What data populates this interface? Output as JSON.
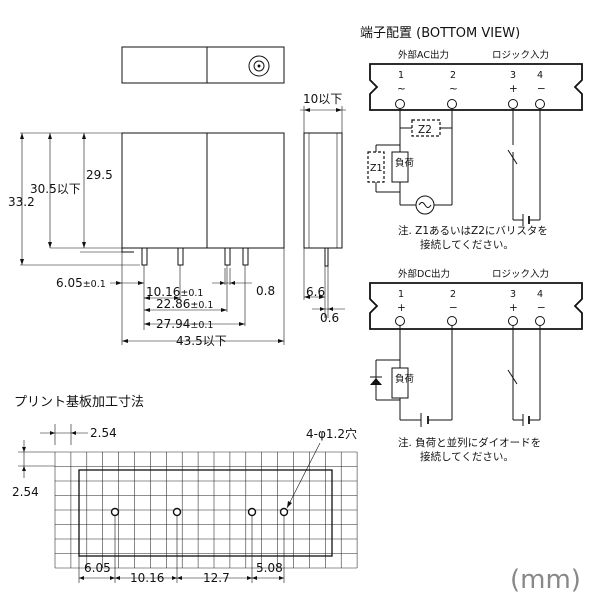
{
  "terminal_section": {
    "title": "端子配置 (BOTTOM VIEW)",
    "ac": {
      "output_label": "外部AC出力",
      "input_label": "ロジック入力",
      "pins": [
        "1",
        "2",
        "3",
        "4"
      ],
      "pin_signs": [
        "~",
        "~",
        "+",
        "−"
      ],
      "z1": "Z1",
      "z2": "Z2",
      "load": "負荷",
      "note_line1": "注. Z1あるいはZ2にバリスタを",
      "note_line2": "接続してください。"
    },
    "dc": {
      "output_label": "外部DC出力",
      "input_label": "ロジック入力",
      "pins": [
        "1",
        "2",
        "3",
        "4"
      ],
      "pin_signs": [
        "+",
        "−",
        "+",
        "−"
      ],
      "load": "負荷",
      "note_line1": "注. 負荷と並列にダイオードを",
      "note_line2": "接続してください。"
    }
  },
  "outline_dims": {
    "total_height": "33.2",
    "body_height": "30.5以下",
    "body_height2": "29.5",
    "pin1_offset": "6.05",
    "pin1_tol": "±0.1",
    "pitch_10": "10.16",
    "pitch_10_tol": "±0.1",
    "pitch_22": "22.86",
    "pitch_22_tol": "±0.1",
    "pitch_27": "27.94",
    "pitch_27_tol": "±0.1",
    "total_width": "43.5以下",
    "pin_width": "0.8",
    "thickness": "10以下",
    "side_offset": "6.6",
    "pin_thick": "0.6"
  },
  "pcb": {
    "title": "プリント基板加工寸法",
    "grid_h": "2.54",
    "grid_v": "2.54",
    "hole_label": "4-φ1.2穴",
    "bottom_dims": [
      "6.05",
      "10.16",
      "12.7",
      "5.08"
    ]
  },
  "unit": "(mm)"
}
